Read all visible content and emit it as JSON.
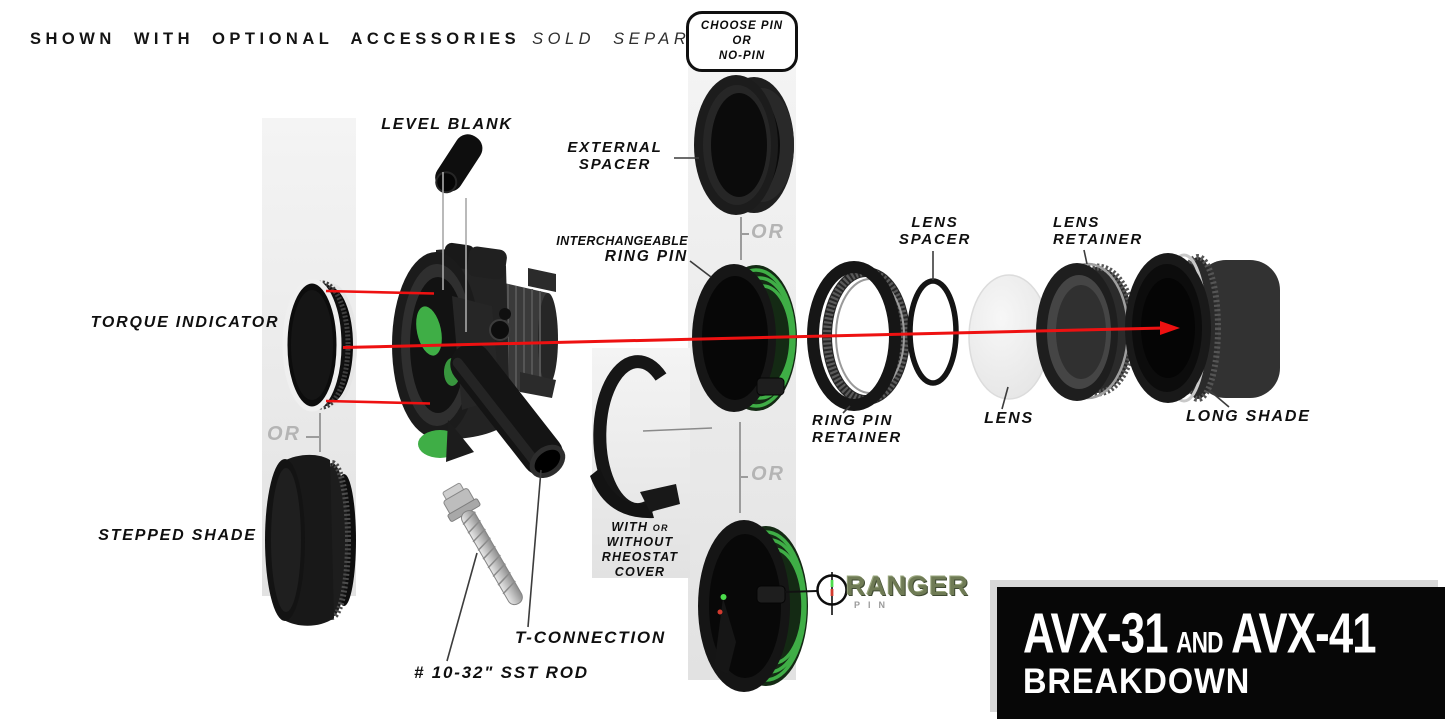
{
  "disclaimer": {
    "bold": "SHOWN WITH OPTIONAL ACCESSORIES",
    "italic": "SOLD SEPARATELY"
  },
  "choose_pin_box": {
    "line1": "CHOOSE PIN",
    "line2": "OR",
    "line3": "NO-PIN"
  },
  "labels": {
    "level_blank": "LEVEL BLANK",
    "external_spacer_1": "EXTERNAL",
    "external_spacer_2": "SPACER",
    "interchangeable": "INTERCHANGEABLE",
    "ring_pin": "RING PIN",
    "torque_indicator": "TORQUE INDICATOR",
    "or_top": "OR",
    "or_left": "OR",
    "or_bottom": "OR",
    "lens_spacer_1": "LENS",
    "lens_spacer_2": "SPACER",
    "lens_retainer_1": "LENS",
    "lens_retainer_2": "RETAINER",
    "ring_pin_retainer_1": "RING PIN",
    "ring_pin_retainer_2": "RETAINER",
    "lens": "LENS",
    "long_shade": "LONG SHADE",
    "stepped_shade": "STEPPED SHADE",
    "rheostat_1a": "WITH",
    "rheostat_1b": "OR",
    "rheostat_2": "WITHOUT",
    "rheostat_3": "RHEOSTAT",
    "rheostat_4": "COVER",
    "t_connection": "T-CONNECTION",
    "sst_rod": "# 10-32\" SST ROD"
  },
  "logo": {
    "name": "RANGER",
    "sub": "PIN"
  },
  "banner": {
    "model_1": "AVX-31",
    "conjunction": "AND",
    "model_2": "AVX-41",
    "subtitle": "BREAKDOWN"
  },
  "colors": {
    "accent_red": "#ee1111",
    "fiber_green": "#3fae46",
    "bright_green": "#4cdc4c",
    "pin_red": "#d23a2e",
    "logo_green": "#6f7b55",
    "banner_bg": "#070707",
    "band_gray": "#e9e9e9"
  }
}
